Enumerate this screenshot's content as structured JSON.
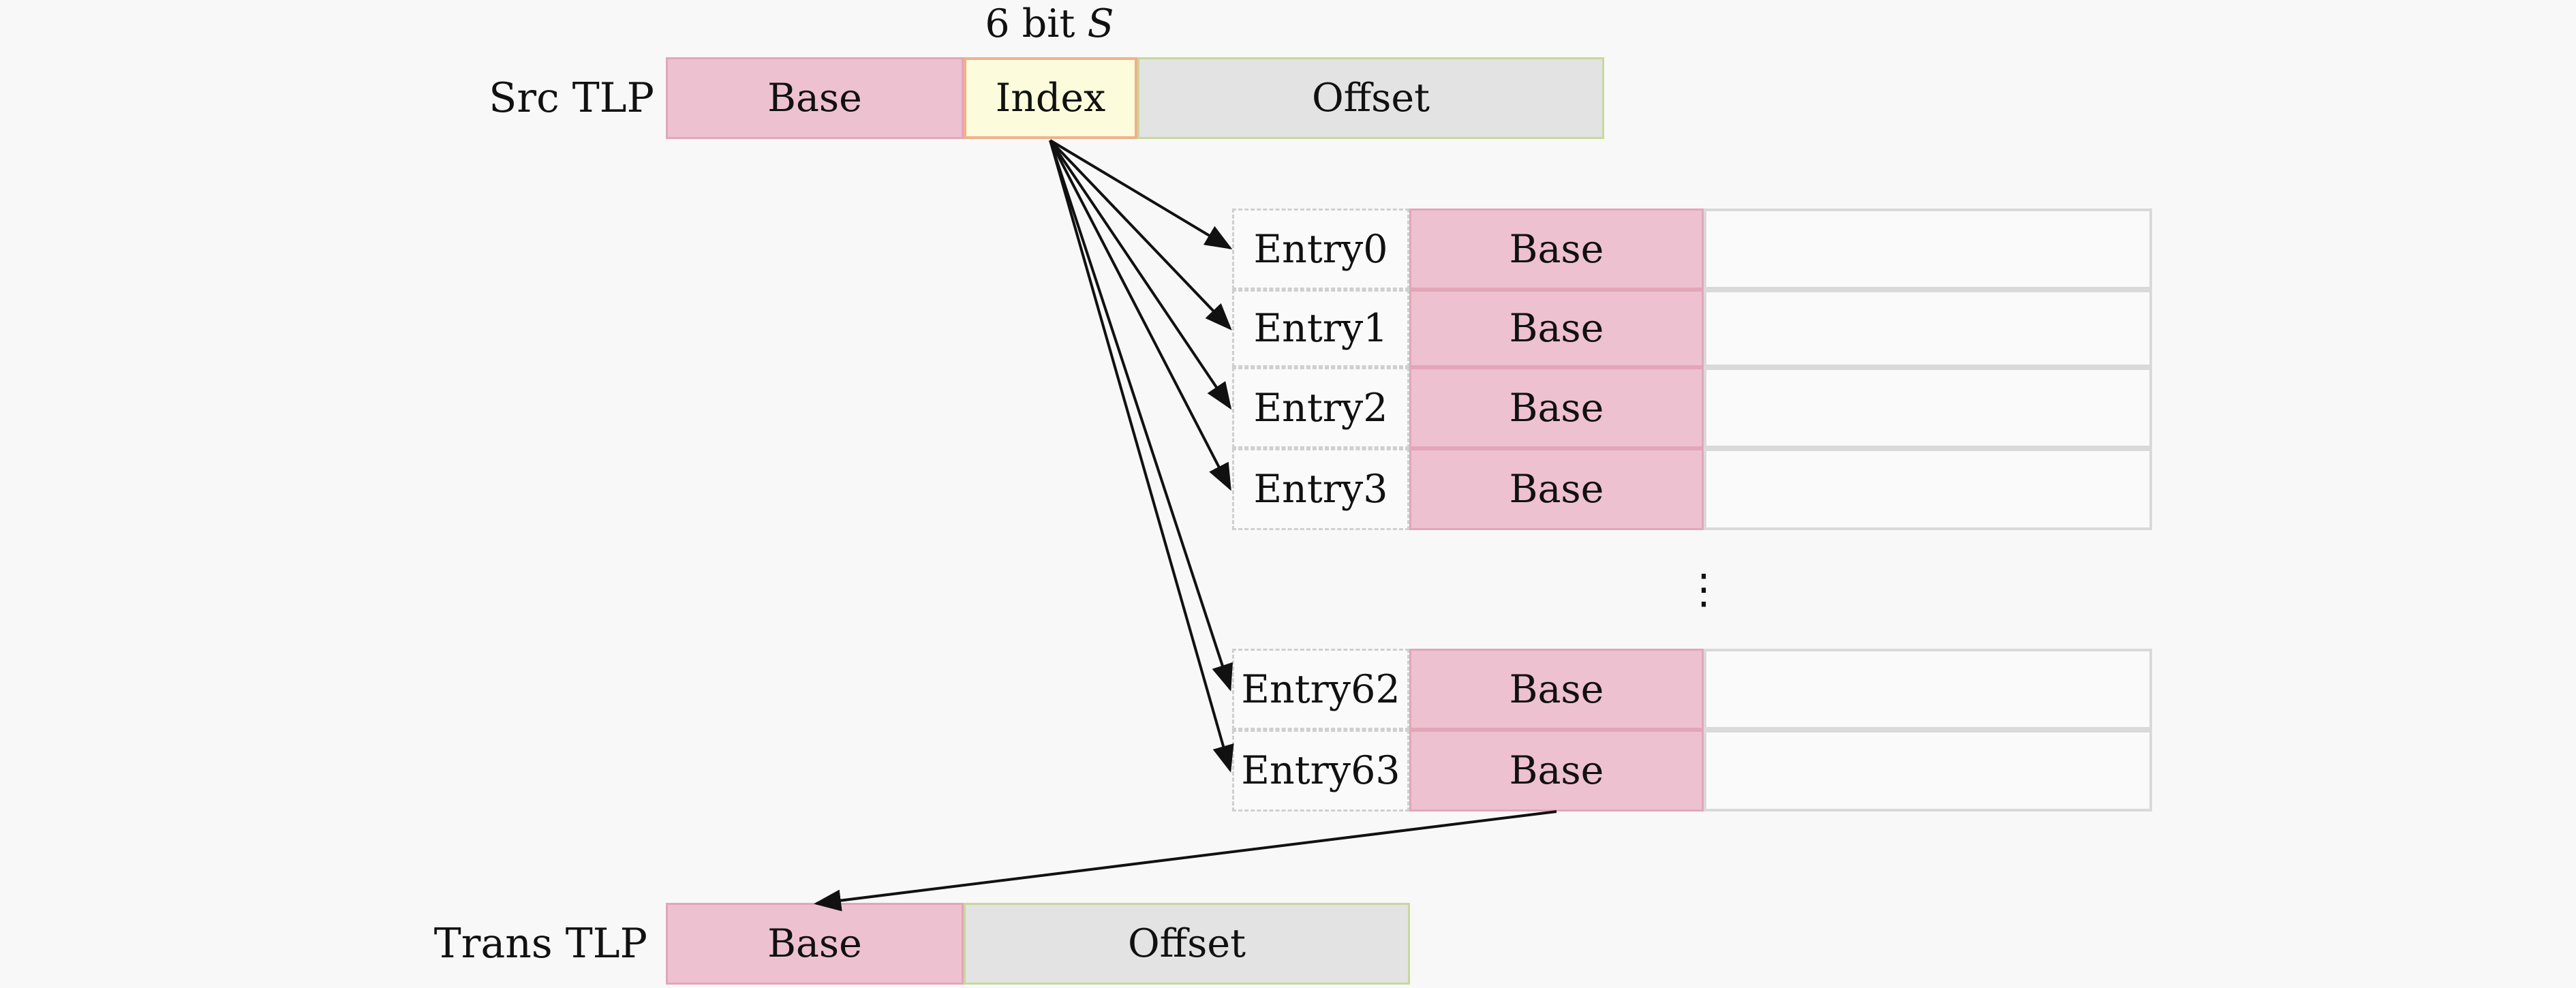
{
  "header": {
    "bits_prefix": "6 bit ",
    "bits_symbol": "S"
  },
  "src_tlp": {
    "label": "Src TLP",
    "base": "Base",
    "index": "Index",
    "offset": "Offset"
  },
  "table": {
    "entries": [
      {
        "name": "Entry0",
        "base": "Base"
      },
      {
        "name": "Entry1",
        "base": "Base"
      },
      {
        "name": "Entry2",
        "base": "Base"
      },
      {
        "name": "Entry3",
        "base": "Base"
      },
      {
        "name": "Entry62",
        "base": "Base"
      },
      {
        "name": "Entry63",
        "base": "Base"
      }
    ],
    "ellipsis": "⋮"
  },
  "trans_tlp": {
    "label": "Trans TLP",
    "base": "Base",
    "offset": "Offset"
  }
}
